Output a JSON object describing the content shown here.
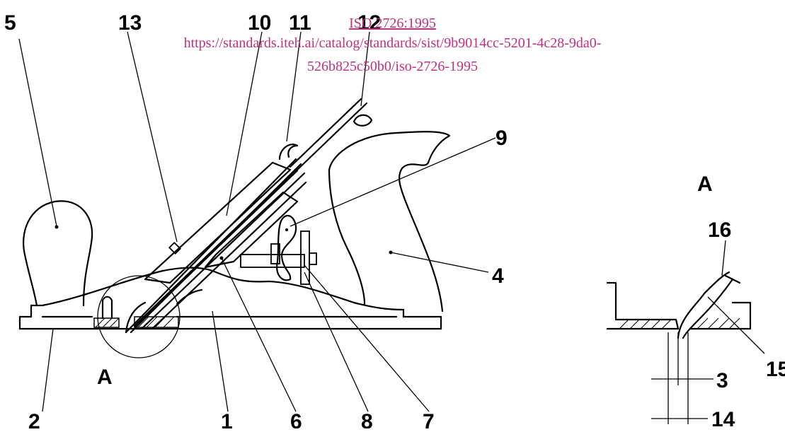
{
  "header": {
    "standard": "ISO 2726:1995",
    "url_line1": "https://standards.iteh.ai/catalog/standards/sist/9b9014cc-5201-4c28-9da0-",
    "url_line2": "526b825c50b0/iso-2726-1995",
    "link_color": "#c0307e"
  },
  "callouts": [
    "1",
    "2",
    "3",
    "4",
    "5",
    "6",
    "7",
    "8",
    "9",
    "10",
    "11",
    "12",
    "13",
    "14",
    "15",
    "16"
  ],
  "detail_label_main": "A",
  "detail_label_view": "A"
}
